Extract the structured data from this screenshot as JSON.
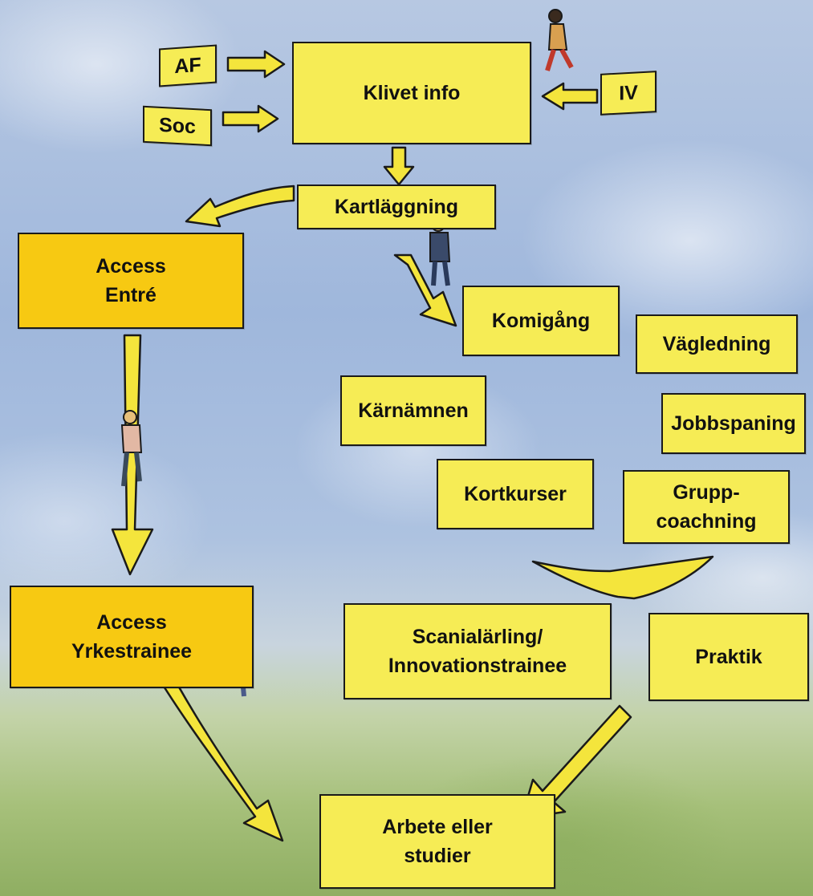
{
  "colors": {
    "box_fill": "#f6ec55",
    "major_box_fill": "#f7c912",
    "arrow_fill": "#f4e53c",
    "outline": "#1a1a1a"
  },
  "nodes": {
    "af": "AF",
    "soc": "Soc",
    "klivet_info": "Klivet info",
    "iv": "IV",
    "kartlaggning": "Kartläggning",
    "access_entre": "Access\nEntré",
    "komigang": "Komigång",
    "vagledning": "Vägledning",
    "karnamnen": "Kärnämnen",
    "jobbspaning": "Jobbspaning",
    "kortkurser": "Kortkurser",
    "gruppcoachning": "Grupp-\ncoachning",
    "access_yrkestrainee": "Access\nYrkestrainee",
    "scanialarling": "Scanialärling/\nInnovationstrainee",
    "praktik": "Praktik",
    "arbete_studier": "Arbete eller\nstudier"
  },
  "illustrations": [
    "walking-figure-icon",
    "walking-figure-icon",
    "climbing-figure-icon",
    "running-figure-icon"
  ]
}
